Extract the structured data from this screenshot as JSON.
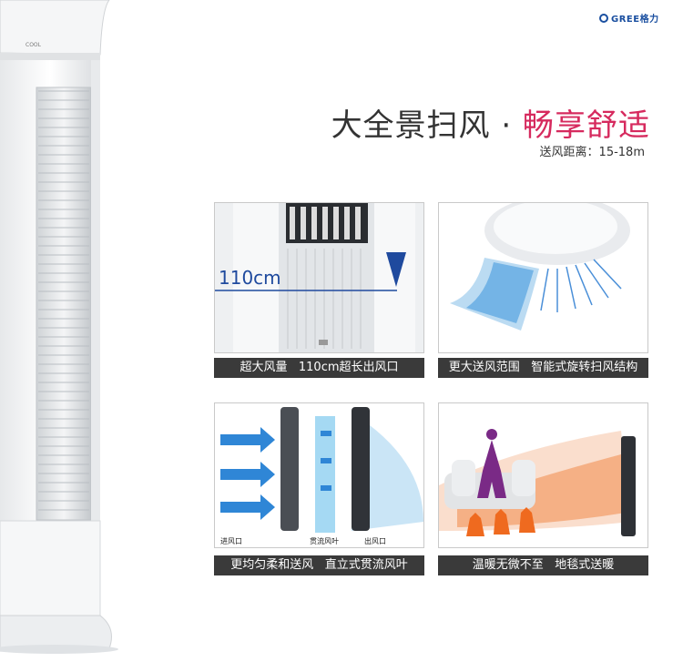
{
  "brand": {
    "name": "GREE格力"
  },
  "heading": {
    "part1": "大全景扫风 · ",
    "part2": "畅享舒适"
  },
  "subheading": "送风距离：15-18m",
  "panel1": {
    "height_label": "110cm",
    "caption_a": "超大风量",
    "caption_b": "110cm超长出风口"
  },
  "panel2": {
    "caption_a": "更大送风范围",
    "caption_b": "智能式旋转扫风结构"
  },
  "panel3": {
    "label_inlet": "进风口",
    "label_blade": "贯流风叶",
    "label_outlet": "出风口",
    "caption_a": "更均匀柔和送风",
    "caption_b": "直立式贯流风叶"
  },
  "panel4": {
    "caption_a": "温暖无微不至",
    "caption_b": "地毯式送暖"
  },
  "colors": {
    "accent": "#d62a5e",
    "brand_blue": "#1a4fa0",
    "caption_bg": "#3a3a3a"
  },
  "tower": {
    "logo_text": "COOL"
  }
}
